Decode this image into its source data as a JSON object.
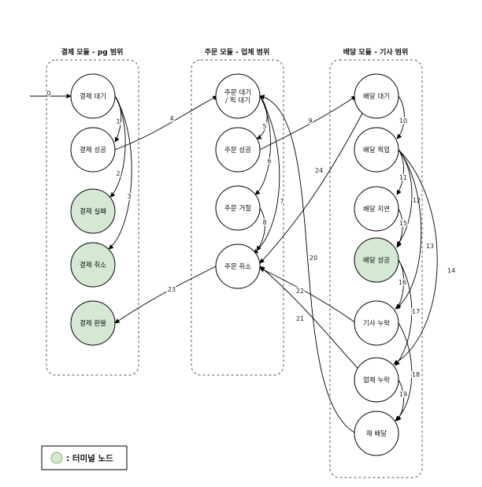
{
  "colors": {
    "terminal_fill": "#d5e8d4",
    "terminal_stroke": "#82b366",
    "node_fill": "#ffffff"
  },
  "modules": [
    {
      "title": "결제 모듈 - pg 범위"
    },
    {
      "title": "주문 모듈 - 업체 범위"
    },
    {
      "title": "배달 모듈 - 기사 범위"
    }
  ],
  "nodes": [
    {
      "label": "결제 대기",
      "terminal": false
    },
    {
      "label": "결제 성공",
      "terminal": false
    },
    {
      "label": "결제 실패",
      "terminal": true
    },
    {
      "label": "결제 취소",
      "terminal": true
    },
    {
      "label": "결제 환불",
      "terminal": true
    },
    {
      "label": "주문 대기",
      "label2": "/ 픽 대기",
      "terminal": false
    },
    {
      "label": "주문 성공",
      "terminal": false
    },
    {
      "label": "주문 거절",
      "terminal": false
    },
    {
      "label": "주문 취소",
      "terminal": false
    },
    {
      "label": "배달 대기",
      "terminal": false
    },
    {
      "label": "배달 픽업",
      "terminal": false
    },
    {
      "label": "배달 지연",
      "terminal": false
    },
    {
      "label": "배달 성공",
      "terminal": true
    },
    {
      "label": "기사 누락",
      "terminal": false
    },
    {
      "label": "업체 누락",
      "terminal": false
    },
    {
      "label": "재 배달",
      "terminal": false
    }
  ],
  "edges": [
    {
      "label": "0",
      "from": null,
      "to": 0
    },
    {
      "label": "1",
      "from": 0,
      "to": 1
    },
    {
      "label": "2",
      "from": 0,
      "to": 2
    },
    {
      "label": "3",
      "from": 0,
      "to": 3
    },
    {
      "label": "4",
      "from": 1,
      "to": 5
    },
    {
      "label": "5",
      "from": 5,
      "to": 6
    },
    {
      "label": "6",
      "from": 5,
      "to": 7
    },
    {
      "label": "7",
      "from": 5,
      "to": 8
    },
    {
      "label": "8",
      "from": 7,
      "to": 8
    },
    {
      "label": "9",
      "from": 6,
      "to": 9
    },
    {
      "label": "10",
      "from": 9,
      "to": 10
    },
    {
      "label": "11",
      "from": 10,
      "to": 11
    },
    {
      "label": "12",
      "from": 10,
      "to": 12
    },
    {
      "label": "13",
      "from": 10,
      "to": 13
    },
    {
      "label": "14",
      "from": 10,
      "to": 14
    },
    {
      "label": "15",
      "from": 11,
      "to": 12
    },
    {
      "label": "16",
      "from": 12,
      "to": 13
    },
    {
      "label": "17",
      "from": 12,
      "to": 14
    },
    {
      "label": "18",
      "from": 13,
      "to": 15
    },
    {
      "label": "19",
      "from": 14,
      "to": 15
    },
    {
      "label": "20",
      "from": 15,
      "to": 5
    },
    {
      "label": "21",
      "from": 14,
      "to": 8
    },
    {
      "label": "22",
      "from": 13,
      "to": 8
    },
    {
      "label": "23",
      "from": 8,
      "to": 4
    },
    {
      "label": "24",
      "from": 9,
      "to": 8
    }
  ],
  "legend": {
    "label": ": 터미널 노드"
  }
}
